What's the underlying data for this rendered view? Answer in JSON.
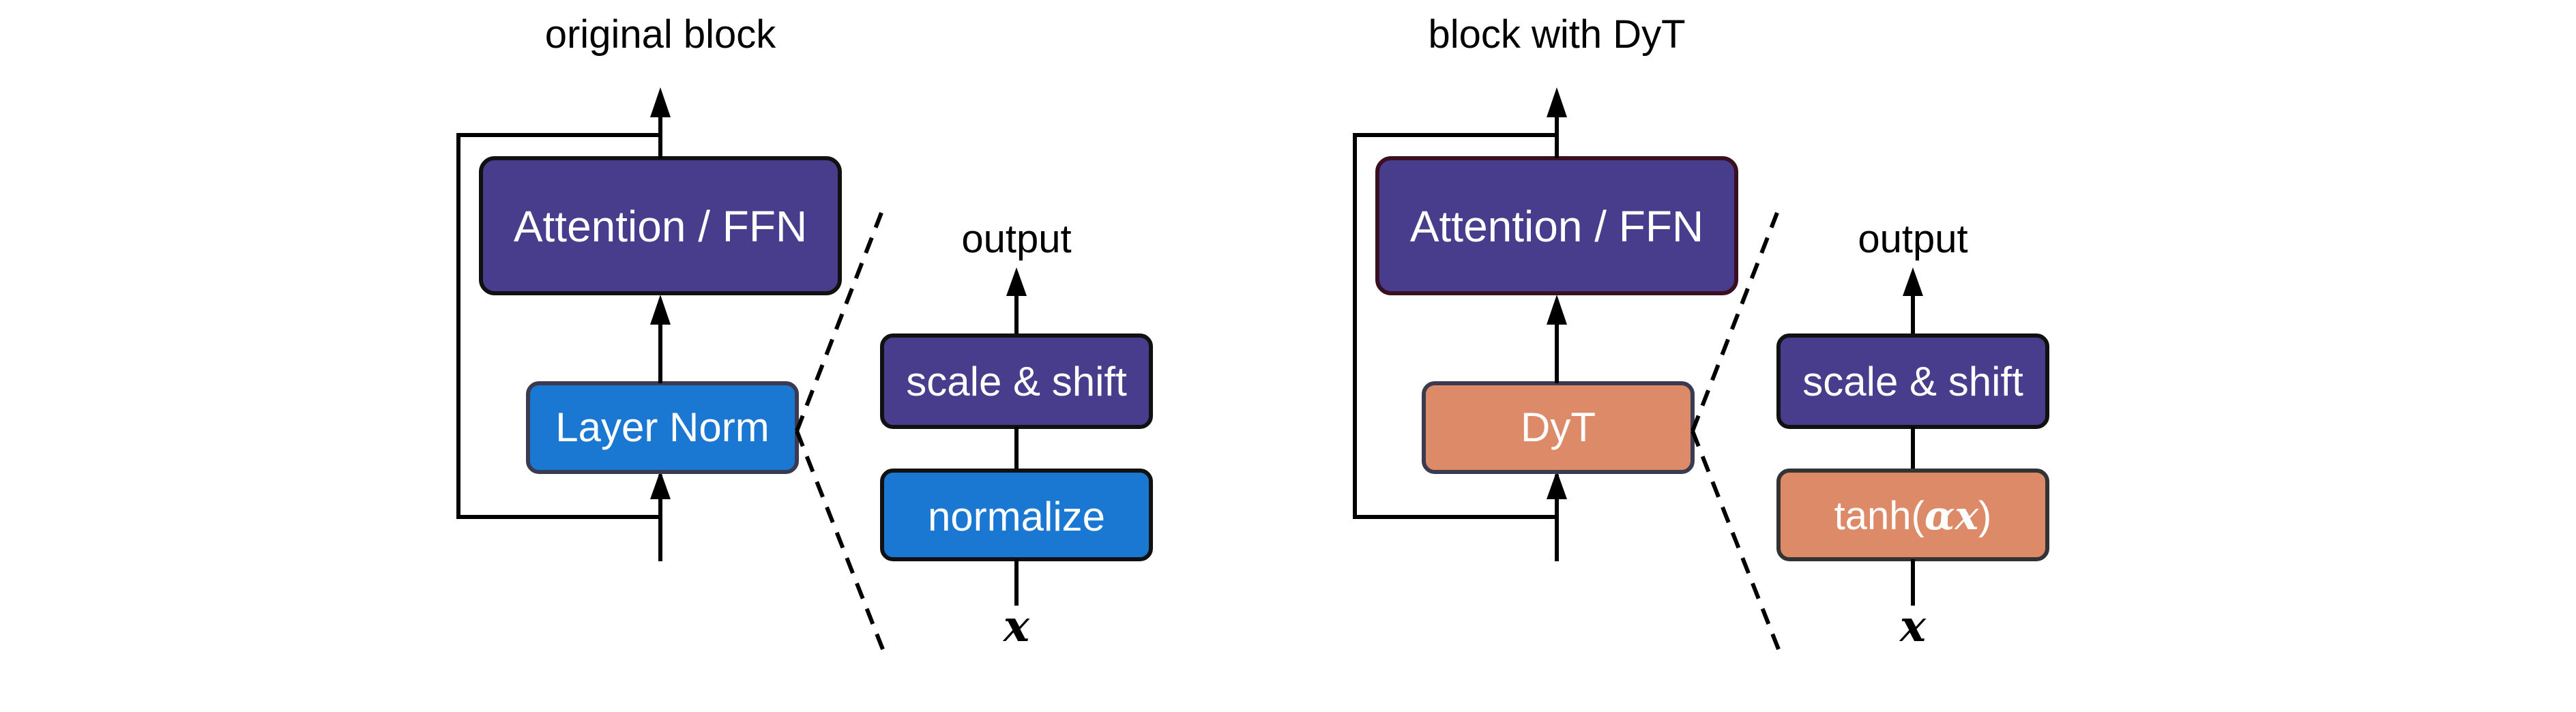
{
  "colors": {
    "purple": "#483C8C",
    "blue": "#1A78D2",
    "orange": "#DD8A69",
    "line": "#000000",
    "text_light": "#ffffff"
  },
  "left": {
    "title": "original block",
    "attention_label": "Attention / FFN",
    "norm_label": "Layer Norm",
    "detail": {
      "output_label": "output",
      "scale_shift_label": "scale & shift",
      "normalize_label": "normalize",
      "input_label": "x"
    }
  },
  "right": {
    "title": "block with DyT",
    "attention_label": "Attention / FFN",
    "norm_label": "DyT",
    "detail": {
      "output_label": "output",
      "scale_shift_label": "scale & shift",
      "tanh_prefix": "tanh(",
      "tanh_math": "αx",
      "tanh_suffix": ")",
      "input_label": "x"
    }
  }
}
